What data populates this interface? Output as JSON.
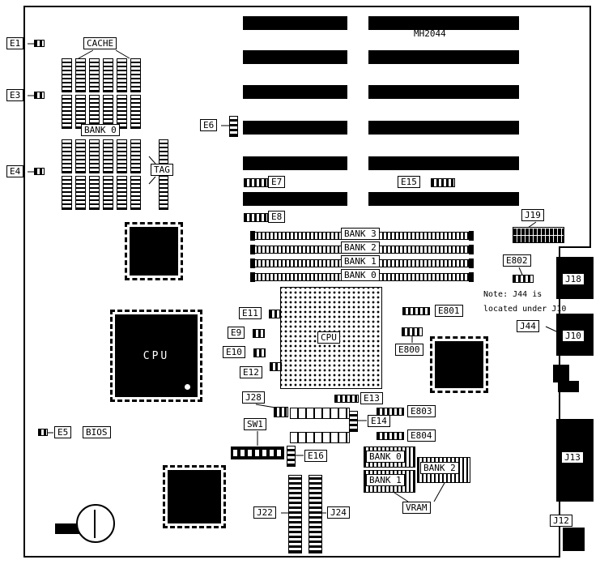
{
  "board": {
    "model": "MH2044",
    "note_line1": "Note:  J44 is",
    "note_line2": "located under J10"
  },
  "labels": {
    "e1": "E1",
    "e3": "E3",
    "e4": "E4",
    "e5": "E5",
    "e6": "E6",
    "e7": "E7",
    "e8": "E8",
    "e9": "E9",
    "e10": "E10",
    "e11": "E11",
    "e12": "E12",
    "e13": "E13",
    "e14": "E14",
    "e15": "E15",
    "e16": "E16",
    "e800": "E800",
    "e801": "E801",
    "e802": "E802",
    "e803": "E803",
    "e804": "E804",
    "cache": "CACHE",
    "tag": "TAG",
    "cache_bank0": "BANK 0",
    "bios": "BIOS",
    "cpu_left": "CPU",
    "cpu_main": "CPU",
    "sw1": "SW1",
    "j28": "J28",
    "j19": "J19",
    "j18": "J18",
    "j44": "J44",
    "j10": "J10",
    "j13": "J13",
    "j12": "J12",
    "j22": "J22",
    "j24": "J24",
    "vram": "VRAM",
    "vram_bank0": "BANK 0",
    "vram_bank1": "BANK 1",
    "vram_bank2": "BANK 2"
  },
  "simm_banks": [
    "BANK 3",
    "BANK 2",
    "BANK 1",
    "BANK 0"
  ],
  "colors": {
    "ink": "#000000",
    "paper": "#ffffff"
  }
}
